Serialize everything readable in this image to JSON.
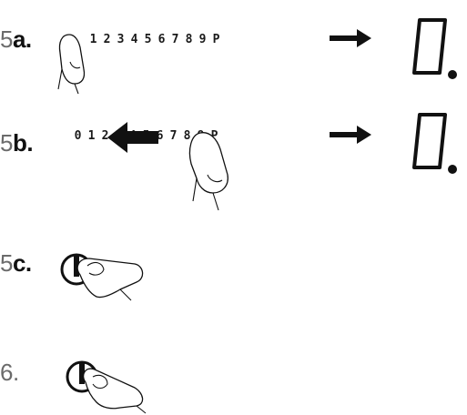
{
  "steps": [
    {
      "id": "5a",
      "number": "5",
      "letter": "a.",
      "scale": [
        "1",
        "2",
        "3",
        "4",
        "5",
        "6",
        "7",
        "8",
        "9",
        "P"
      ],
      "display_value": "0"
    },
    {
      "id": "5b",
      "number": "5",
      "letter": "b.",
      "scale": [
        "0",
        "1",
        "2",
        "3",
        "4",
        "5",
        "6",
        "7",
        "8",
        "9",
        "P"
      ],
      "display_value": "0"
    },
    {
      "id": "5c",
      "number": "5",
      "letter": "c."
    },
    {
      "id": "6",
      "number": "6.",
      "letter": ""
    }
  ],
  "icons": {
    "finger": "finger-icon",
    "power": "power-button-icon",
    "arrow_right": "arrow-right-icon",
    "arrow_left": "arrow-left-icon",
    "seven_segment": "seven-segment-display-icon"
  },
  "colors": {
    "ink": "#111111",
    "step_number": "#6b6b6b",
    "background": "#ffffff"
  }
}
